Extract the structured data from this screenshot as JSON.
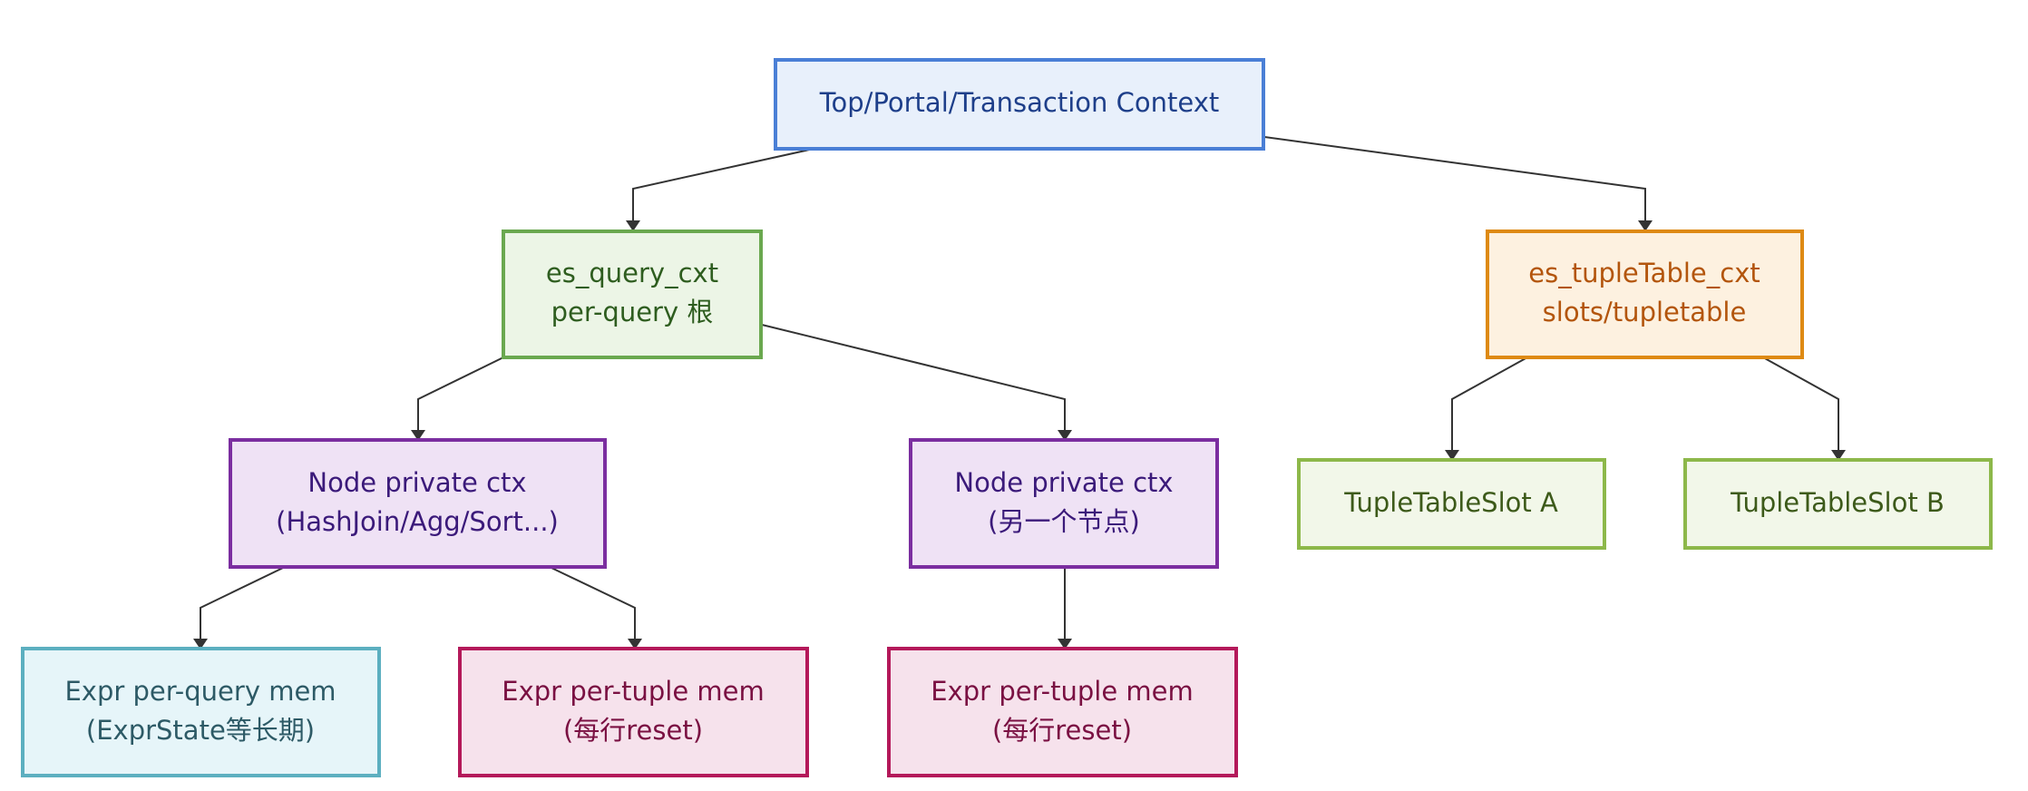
{
  "nodes": {
    "top": {
      "lines": [
        "Top/Portal/Transaction Context"
      ]
    },
    "es_query": {
      "lines": [
        "es_query_cxt",
        "per-query 根"
      ]
    },
    "es_tupletable": {
      "lines": [
        "es_tupleTable_cxt",
        "slots/tupletable"
      ]
    },
    "node_private_1": {
      "lines": [
        "Node private ctx",
        "(HashJoin/Agg/Sort...)"
      ]
    },
    "node_private_2": {
      "lines": [
        "Node private ctx",
        "(另一个节点)"
      ]
    },
    "slot_a": {
      "lines": [
        "TupleTableSlot A"
      ]
    },
    "slot_b": {
      "lines": [
        "TupleTableSlot B"
      ]
    },
    "expr_query": {
      "lines": [
        "Expr per-query mem",
        "(ExprState等长期)"
      ]
    },
    "expr_tuple_1": {
      "lines": [
        "Expr per-tuple mem",
        "(每行reset)"
      ]
    },
    "expr_tuple_2": {
      "lines": [
        "Expr per-tuple mem",
        "(每行reset)"
      ]
    }
  },
  "edges": [
    {
      "from": "top",
      "to": "es_query"
    },
    {
      "from": "top",
      "to": "es_tupletable"
    },
    {
      "from": "es_query",
      "to": "node_private_1"
    },
    {
      "from": "es_query",
      "to": "node_private_2"
    },
    {
      "from": "es_tupletable",
      "to": "slot_a"
    },
    {
      "from": "es_tupletable",
      "to": "slot_b"
    },
    {
      "from": "node_private_1",
      "to": "expr_query"
    },
    {
      "from": "node_private_1",
      "to": "expr_tuple_1"
    },
    {
      "from": "node_private_2",
      "to": "expr_tuple_2"
    }
  ],
  "colors": {
    "blue": "#4a7fd6",
    "green": "#6aa84f",
    "orange": "#de8a14",
    "purple": "#7b2ea0",
    "light_green": "#8db84a",
    "cyan": "#5cafc0",
    "pink": "#b4195a",
    "edge": "#333333"
  }
}
